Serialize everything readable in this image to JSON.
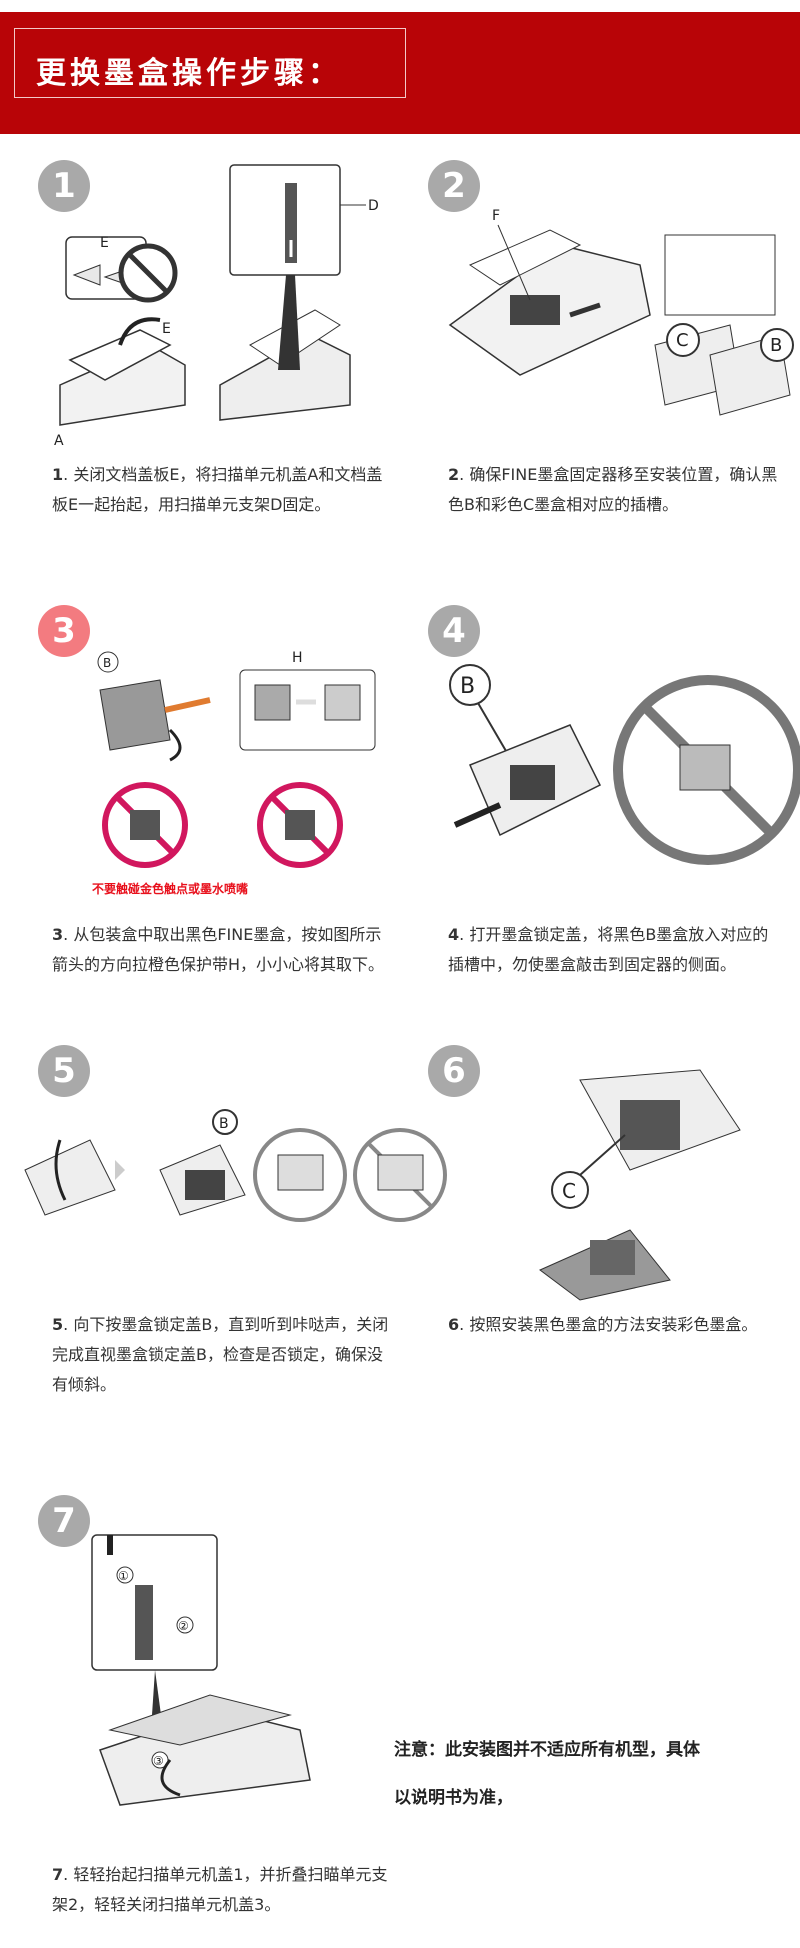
{
  "header": {
    "title": "更换墨盒操作步骤："
  },
  "steps": [
    {
      "num": "1",
      "caption_num": "1",
      "caption": ". 关闭文档盖板E，将扫描单元机盖A和文档盖板E一起抬起，用扫描单元支架D固定。",
      "labels": {
        "e1": "E",
        "e2": "E",
        "a": "A",
        "d": "D"
      }
    },
    {
      "num": "2",
      "caption_num": "2",
      "caption": ". 确保FINE墨盒固定器移至安装位置，确认黑色B和彩色C墨盒相对应的插槽。",
      "labels": {
        "f": "F",
        "c": "C",
        "b": "B"
      }
    },
    {
      "num": "3",
      "caption_num": "3",
      "caption": ". 从包装盒中取出黑色FINE墨盒，按如图所示箭头的方向拉橙色保护带H，小小心将其取下。",
      "labels": {
        "b": "B",
        "h": "H"
      },
      "warning": "不要触碰金色触点或墨水喷嘴"
    },
    {
      "num": "4",
      "caption_num": "4",
      "caption": ". 打开墨盒锁定盖，将黑色B墨盒放入对应的插槽中，勿使墨盒敲击到固定器的侧面。",
      "labels": {
        "b": "B"
      }
    },
    {
      "num": "5",
      "caption_num": "5",
      "caption": ". 向下按墨盒锁定盖B，直到听到咔哒声，关闭完成直视墨盒锁定盖B，检查是否锁定，确保没有倾斜。",
      "labels": {
        "b": "B"
      }
    },
    {
      "num": "6",
      "caption_num": "6",
      "caption": ". 按照安装黑色墨盒的方法安装彩色墨盒。",
      "labels": {
        "c": "C"
      }
    },
    {
      "num": "7",
      "caption_num": "7",
      "caption": ". 轻轻抬起扫描单元机盖1，并折叠扫瞄单元支架2，轻轻关闭扫描单元机盖3。",
      "labels": {
        "one": "①",
        "two": "②",
        "three": "③"
      }
    }
  ],
  "note": {
    "line1": "注意：此安装图并不适应所有机型，具体",
    "line2": "以说明书为准，"
  },
  "colors": {
    "header": "#b80407",
    "step_circle": "#a9a9a9",
    "step_circle_highlight": "#f37b80",
    "warning": "#e8101c"
  }
}
